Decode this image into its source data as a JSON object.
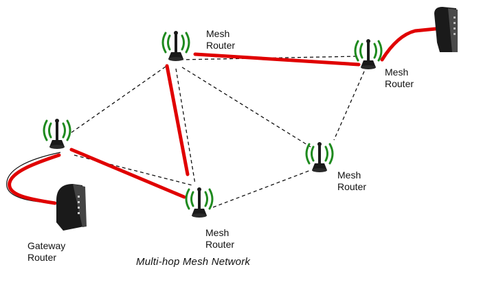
{
  "caption": "Multi-hop Mesh Network",
  "nodes": {
    "top": {
      "line1": "Mesh",
      "line2": "Router"
    },
    "right": {
      "line1": "Mesh",
      "line2": "Router"
    },
    "middle_right": {
      "line1": "Mesh",
      "line2": "Router"
    },
    "bottom": {
      "line1": "Mesh",
      "line2": "Router"
    },
    "left": {
      "line1": "",
      "line2": ""
    },
    "gateway": {
      "line1": "Gateway",
      "line2": "Router"
    }
  },
  "colors": {
    "route": "#e00000",
    "link": "#111111",
    "antenna_green": "#1e8a1e",
    "device_body": "#1a1a1a"
  },
  "icons": {
    "router": "wireless-router-icon",
    "modem": "gateway-modem-icon"
  }
}
